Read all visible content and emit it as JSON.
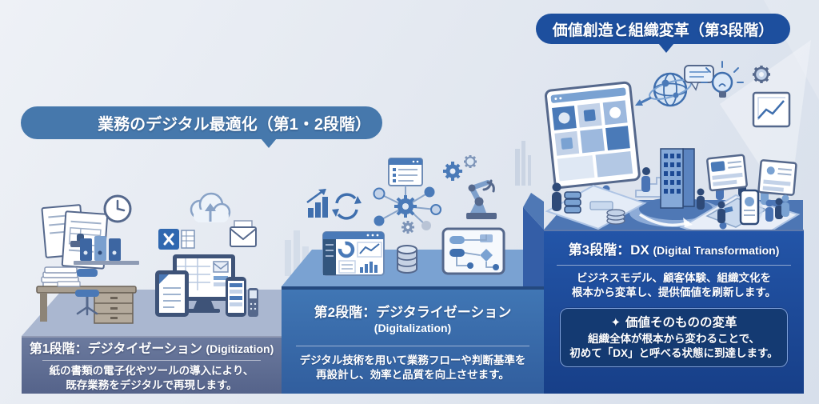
{
  "title": "DXの3段階（デジタイゼーション・デジタライゼーション・DX）インフォグラフィック",
  "colors": {
    "background": "#e4e9f1",
    "banner_left_bg": "#4678ac",
    "banner_right_bg": "#1d4f9e",
    "step1_front": "#5d6d90",
    "step2_front": "#3a6cab",
    "step3_front": "#1e4c9a",
    "highlight_bg": "#143a72",
    "highlight_border": "#7d9fd9",
    "text": "#ffffff"
  },
  "banners": {
    "left": {
      "label": "業務のデジタル最適化（第1・2段階）"
    },
    "right": {
      "label": "価値創造と組織変革（第3段階）"
    }
  },
  "steps": [
    {
      "id": "digitization",
      "title_jp": "第1段階：デジタイゼーション",
      "title_en": "(Digitization)",
      "body_line1": "紙の書類の電子化やツールの導入により、",
      "body_line2": "既存業務をデジタルで再現します。",
      "icons": [
        "paper-documents",
        "stamp",
        "clock",
        "binders-shelf",
        "paper-stack",
        "office-desk",
        "office-chair",
        "excel-tile",
        "spreadsheet",
        "cloud-upload",
        "mail-envelope",
        "desktop-monitor",
        "tablet",
        "smartphone",
        "feature-phone"
      ]
    },
    {
      "id": "digitalization",
      "title_jp": "第2段階：デジタライゼーション",
      "title_en": "(Digitalization)",
      "body_line1": "デジタル技術を用いて業務フローや判断基準を",
      "body_line2": "再設計し、効率と品質を向上させます。",
      "icons": [
        "growth-bar-chart",
        "sync-arrows",
        "browser-list",
        "gear-network",
        "gears",
        "robot-arm",
        "analytics-dashboard",
        "database",
        "flowchart-board"
      ]
    },
    {
      "id": "dx",
      "title_jp": "第3段階：DX",
      "title_en": "(Digital Transformation)",
      "body_line1": "ビジネスモデル、顧客体験、組織文化を",
      "body_line2": "根本から変革し、提供価値を刷新します。",
      "highlight": {
        "glyph": "✦",
        "title": "価値そのものの変革",
        "body_line1": "組織全体が根本から変わることで、",
        "body_line2": "初めて「DX」と呼べる状態に到達します。"
      },
      "icons": [
        "large-dashboard-screen",
        "globe",
        "speech-bubble",
        "lightbulb",
        "gear",
        "chart-board",
        "office-building",
        "stairs",
        "server-stack",
        "meeting-platform",
        "team-people",
        "customer-screens",
        "smartphone-demo",
        "curved-arrow"
      ]
    }
  ]
}
